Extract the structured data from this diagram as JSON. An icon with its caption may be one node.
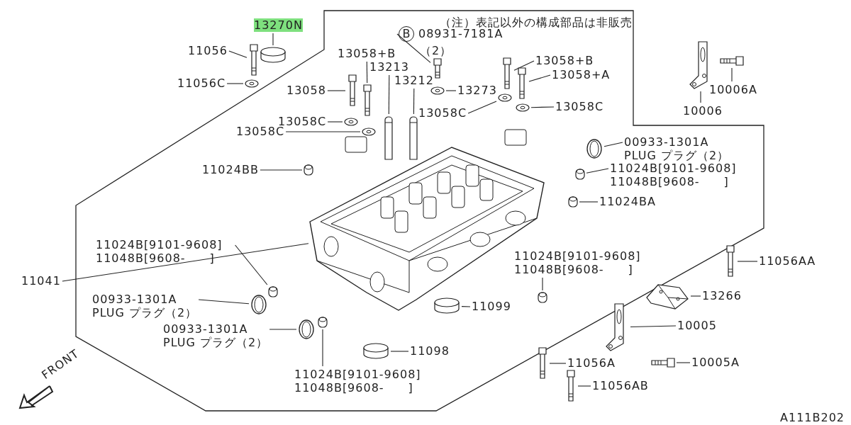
{
  "diagram": {
    "nodes": [
      {
        "text": [
          "13270N"
        ]
      },
      {
        "text": [],
        "shape": "ring"
      },
      {
        "text": [
          "11056"
        ]
      },
      {
        "text": [],
        "shape": "bolt"
      },
      {
        "text": [
          "11056C"
        ]
      },
      {
        "text": [],
        "shape": "washer"
      },
      {
        "text": [
          "13058+B"
        ]
      },
      {
        "text": [],
        "shape": "bolt"
      },
      {
        "text": [
          "13213"
        ]
      },
      {
        "text": [],
        "shape": "rod"
      },
      {
        "text": [
          "13212"
        ]
      },
      {
        "text": [],
        "shape": "rod"
      },
      {
        "text": [
          "B",
          "08931-7181A",
          "（2）"
        ]
      },
      {
        "text": [],
        "shape": "bolt"
      },
      {
        "text": [
          "13058"
        ]
      },
      {
        "text": [],
        "shape": "bolt"
      },
      {
        "text": [
          "13273"
        ]
      },
      {
        "text": [],
        "shape": "washer"
      },
      {
        "text": [
          "13058C"
        ]
      },
      {
        "text": [],
        "shape": "washer"
      },
      {
        "text": [
          "13058+B"
        ]
      },
      {
        "text": [],
        "shape": "bolt"
      },
      {
        "text": [
          "13058+A"
        ]
      },
      {
        "text": [],
        "shape": "bolt"
      },
      {
        "text": [
          "13058C"
        ]
      },
      {
        "text": [],
        "shape": "washer"
      },
      {
        "text": [
          "13058C"
        ]
      },
      {
        "text": [],
        "shape": "washer"
      },
      {
        "text": [
          "13058C"
        ]
      },
      {
        "text": [],
        "shape": "washer"
      },
      {
        "text": [
          "10006A"
        ]
      },
      {
        "text": [],
        "shape": "bolt"
      },
      {
        "text": [
          "10006"
        ]
      },
      {
        "text": [],
        "shape": "bracket"
      },
      {
        "text": [
          "00933-1301A",
          "PLUG プラグ（2）"
        ]
      },
      {
        "text": [],
        "shape": "plug"
      },
      {
        "text": [
          "11024B[9101-9608]",
          "11048B[9608-　　]"
        ]
      },
      {
        "text": [],
        "shape": "pin"
      },
      {
        "text": [
          "11024BA"
        ]
      },
      {
        "text": [],
        "shape": "pin"
      },
      {
        "text": [
          "11024BB"
        ]
      },
      {
        "text": [],
        "shape": "pin"
      },
      {
        "text": [
          "11041"
        ]
      },
      {
        "text": [],
        "shape": "picture"
      },
      {
        "text": [
          "11024B[9101-9608]",
          "11048B[9608-　　]"
        ]
      },
      {
        "text": [],
        "shape": "pin"
      },
      {
        "text": [
          "00933-1301A",
          "PLUG プラグ（2）"
        ]
      },
      {
        "text": [],
        "shape": "plug"
      },
      {
        "text": [
          "00933-1301A",
          "PLUG プラグ（2）"
        ]
      },
      {
        "text": [],
        "shape": "plug"
      },
      {
        "text": [
          "11024B[9101-9608]",
          "11048B[9608-　　]"
        ]
      },
      {
        "text": [],
        "shape": "pin"
      },
      {
        "text": [
          "11098"
        ]
      },
      {
        "text": [],
        "shape": "ring"
      },
      {
        "text": [
          "11099"
        ]
      },
      {
        "text": [],
        "shape": "ring"
      },
      {
        "text": [
          "11024B[9101-9608]",
          "11048B[9608-　　]"
        ]
      },
      {
        "text": [],
        "shape": "pin"
      },
      {
        "text": [
          "11056AA"
        ]
      },
      {
        "text": [],
        "shape": "bolt"
      },
      {
        "text": [
          "13266"
        ]
      },
      {
        "text": [],
        "shape": "cover"
      },
      {
        "text": [
          "10005"
        ]
      },
      {
        "text": [],
        "shape": "bracket"
      },
      {
        "text": [
          "10005A"
        ]
      },
      {
        "text": [],
        "shape": "bolt"
      },
      {
        "text": [
          "11056A"
        ]
      },
      {
        "text": [],
        "shape": "bolt"
      },
      {
        "text": [
          "11056AB"
        ]
      },
      {
        "text": [],
        "shape": "bolt"
      }
    ],
    "edges": [
      {
        "from": 0,
        "to": 1,
        "arrow": "none"
      },
      {
        "from": 2,
        "to": 3,
        "arrow": "none"
      },
      {
        "from": 4,
        "to": 5,
        "arrow": "none"
      },
      {
        "from": 6,
        "to": 7,
        "arrow": "none"
      },
      {
        "from": 8,
        "to": 9,
        "arrow": "none"
      },
      {
        "from": 10,
        "to": 11,
        "arrow": "none"
      },
      {
        "from": 12,
        "to": 13,
        "arrow": "none"
      },
      {
        "from": 14,
        "to": 15,
        "arrow": "none"
      },
      {
        "from": 16,
        "to": 17,
        "arrow": "none"
      },
      {
        "from": 18,
        "to": 19,
        "arrow": "none"
      },
      {
        "from": 20,
        "to": 21,
        "arrow": "none"
      },
      {
        "from": 22,
        "to": 23,
        "arrow": "none"
      },
      {
        "from": 24,
        "to": 25,
        "arrow": "none"
      },
      {
        "from": 26,
        "to": 27,
        "arrow": "none"
      },
      {
        "from": 28,
        "to": 29,
        "arrow": "none"
      },
      {
        "from": 30,
        "to": 31,
        "arrow": "none"
      },
      {
        "from": 32,
        "to": 33,
        "arrow": "none"
      },
      {
        "from": 34,
        "to": 35,
        "arrow": "none"
      },
      {
        "from": 36,
        "to": 37,
        "arrow": "none"
      },
      {
        "from": 38,
        "to": 39,
        "arrow": "none"
      },
      {
        "from": 40,
        "to": 41,
        "arrow": "none"
      },
      {
        "from": 42,
        "to": 43,
        "arrow": "none"
      },
      {
        "from": 44,
        "to": 45,
        "arrow": "none"
      },
      {
        "from": 46,
        "to": 47,
        "arrow": "none"
      },
      {
        "from": 48,
        "to": 49,
        "arrow": "none"
      },
      {
        "from": 50,
        "to": 51,
        "arrow": "none"
      },
      {
        "from": 52,
        "to": 53,
        "arrow": "none"
      },
      {
        "from": 54,
        "to": 55,
        "arrow": "none"
      },
      {
        "from": 56,
        "to": 57,
        "arrow": "none"
      },
      {
        "from": 58,
        "to": 59,
        "arrow": "none"
      },
      {
        "from": 60,
        "to": 61,
        "arrow": "none"
      },
      {
        "from": 62,
        "to": 63,
        "arrow": "none"
      },
      {
        "from": 64,
        "to": 65,
        "arrow": "none"
      },
      {
        "from": 66,
        "to": 67,
        "arrow": "none"
      },
      {
        "from": 68,
        "to": 69,
        "arrow": "none"
      }
    ],
    "labels": [
      "（注）表記以外の構成部品は非販売",
      "FRONT",
      "A111B202"
    ]
  }
}
